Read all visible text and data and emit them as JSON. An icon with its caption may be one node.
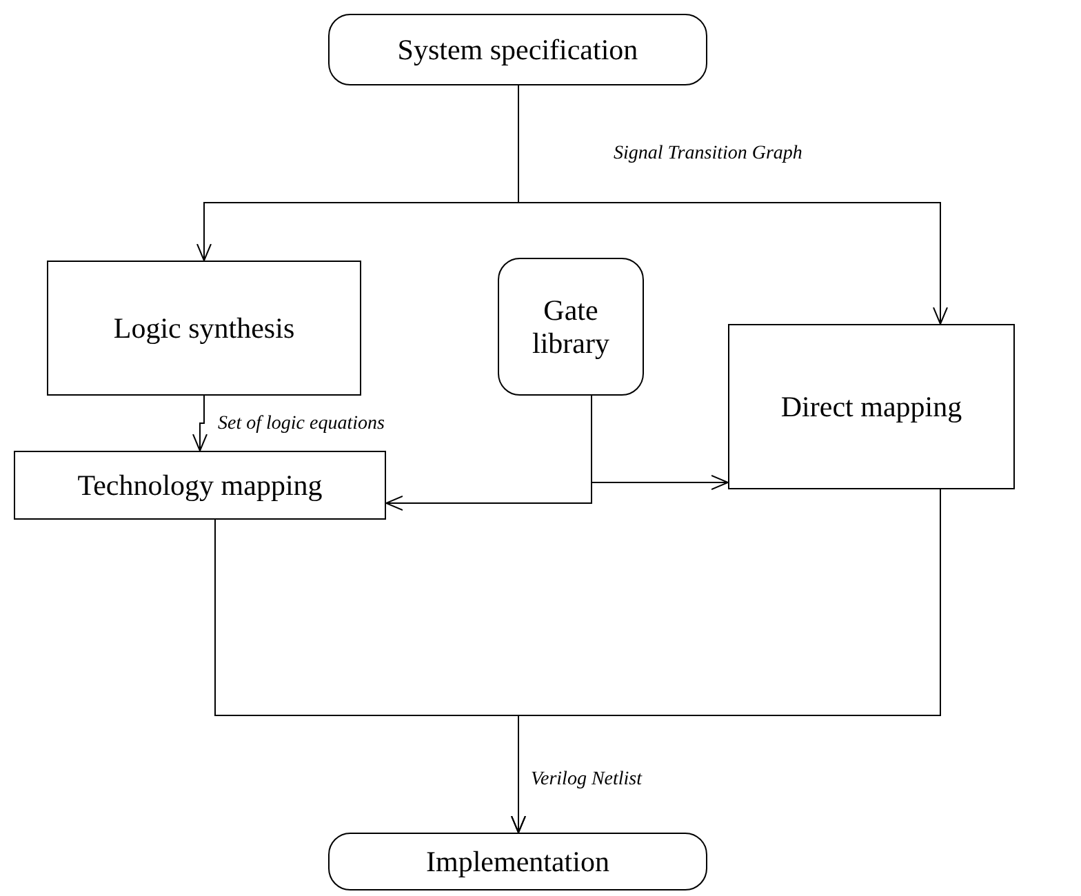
{
  "diagram": {
    "nodes": [
      {
        "text": [
          "System specification"
        ]
      },
      {
        "text": [
          "Logic synthesis"
        ]
      },
      {
        "text": [
          "Gate library"
        ]
      },
      {
        "text": [
          "Direct mapping"
        ]
      },
      {
        "text": [
          "Technology mapping"
        ]
      },
      {
        "text": [
          "Implementation"
        ]
      }
    ],
    "edges": [
      {
        "from": 0,
        "to": 1,
        "arrow": "to",
        "label": "Signal Transition Graph"
      },
      {
        "from": 0,
        "to": 3,
        "arrow": "to"
      },
      {
        "from": 1,
        "to": 4,
        "arrow": "to",
        "label": "Set of logic equations"
      },
      {
        "from": 2,
        "to": 3,
        "arrow": "to"
      },
      {
        "from": 2,
        "to": 4,
        "arrow": "to"
      },
      {
        "from": 4,
        "to": 5,
        "arrow": "to",
        "label": "Verilog Netlist"
      },
      {
        "from": 3,
        "to": 5,
        "arrow": "to"
      }
    ]
  }
}
